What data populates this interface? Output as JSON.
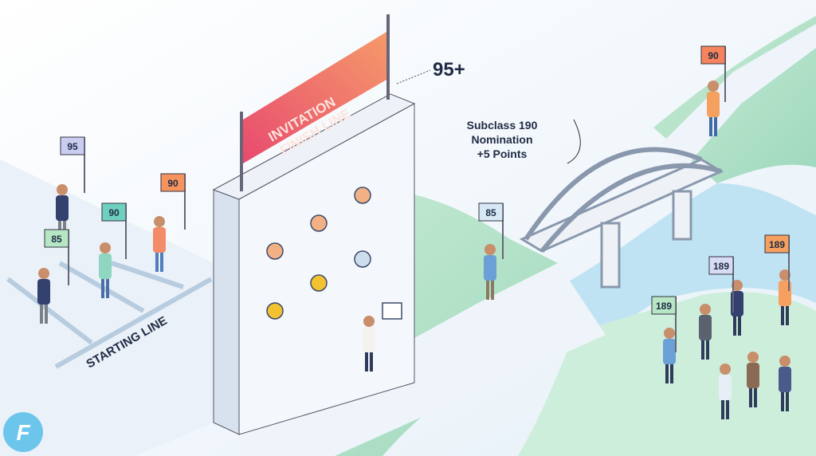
{
  "banner": {
    "line1": "INVITATION",
    "line2": "FINISH LINE",
    "colors": [
      "#e84a6f",
      "#f59a6a"
    ]
  },
  "threshold_label": "95+",
  "bridge_note": {
    "line1": "Subclass 190",
    "line2": "Nomination",
    "line3": "+5 Points"
  },
  "starting_line": "STARTING LINE",
  "start_flags": [
    {
      "score": "95",
      "color": "#c9cdf0"
    },
    {
      "score": "90",
      "color": "#f5945e"
    },
    {
      "score": "90",
      "color": "#6fd0c0"
    },
    {
      "score": "85",
      "color": "#b6e6c4"
    }
  ],
  "path_flags": [
    {
      "score": "90",
      "color": "#f5845e"
    },
    {
      "score": "85",
      "color": "#d6e9f4"
    }
  ],
  "crowd_flags": [
    {
      "score": "189",
      "color": "#f5a05e"
    },
    {
      "score": "189",
      "color": "#d8dcf3"
    },
    {
      "score": "189",
      "color": "#b6e6c4"
    }
  ],
  "logo": {
    "letter": "F",
    "color": "#6cc6ec"
  }
}
